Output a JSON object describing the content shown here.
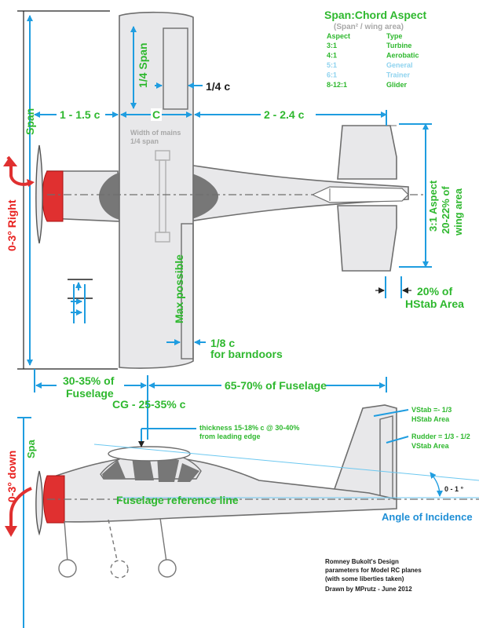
{
  "aspect_table": {
    "title": "Span:Chord Aspect",
    "subtitle": "(Span² / wing area)",
    "col_aspect": "Aspect",
    "col_type": "Type",
    "rows": [
      {
        "aspect": "3:1",
        "type": "Turbine",
        "color": "#2eb82e"
      },
      {
        "aspect": "4:1",
        "type": "Aerobatic",
        "color": "#2eb82e"
      },
      {
        "aspect": "5:1",
        "type": "General",
        "color": "#8fd3ef"
      },
      {
        "aspect": "6:1",
        "type": "Trainer",
        "color": "#8fd3ef"
      },
      {
        "aspect": "8-12:1",
        "type": "Glider",
        "color": "#2eb82e"
      }
    ]
  },
  "top_view": {
    "span": "Span",
    "quarter_span": "1/4 Span",
    "quarter_c": "1/4 c",
    "nose_len": "1 - 1.5 c",
    "chord": "C",
    "tail_len": "2 - 2.4 c",
    "mains_line1": "Width of mains",
    "mains_line2": "1/4 span",
    "thrust_right": "0-3° Right",
    "stab_line1": "3:1 Aspect",
    "stab_line2": "20-22% of",
    "stab_line3": "wing area",
    "elev_line1": "20% of",
    "elev_line2": "HStab Area",
    "max_possible": "Max possible",
    "barndoor_line1": "1/8 c",
    "barndoor_line2": "for barndoors",
    "fuse_front_line1": "30-35% of",
    "fuse_front_line2": "Fuselage",
    "fuse_rear": "65-70% of Fuselage",
    "cg": "CG - 25-35% c"
  },
  "side_view": {
    "span_cut": "Spa",
    "thickness_line1": "thickness 15-18% c @ 30-40%",
    "thickness_line2": "from leading edge",
    "vstab_line1": "VStab =- 1/3",
    "vstab_line2": "HStab Area",
    "rudder_line1": "Rudder = 1/3 - 1/2",
    "rudder_line2": "VStab Area",
    "incidence_range": "0 - 1 °",
    "thrust_down": "0-3° down",
    "ref_line": "Fuselage reference line",
    "incidence": "Angle of Incidence"
  },
  "credits": {
    "line1": "Romney Bukolt's Design",
    "line2": "parameters for Model RC planes",
    "line3": "(with some liberties taken)",
    "line4": "Drawn by MPrutz - June 2012"
  }
}
